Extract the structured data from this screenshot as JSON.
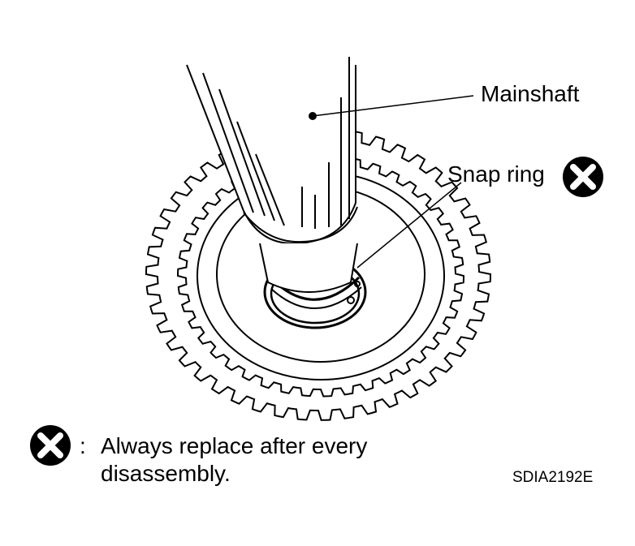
{
  "labels": {
    "mainshaft": "Mainshaft",
    "snap_ring": "Snap ring"
  },
  "legend": {
    "icon": "x-circle-icon",
    "separator": ":",
    "text_line1": "Always replace after every",
    "text_line2": "disassembly."
  },
  "figure_id": "SDIA2192E",
  "colors": {
    "ink": "#000000",
    "paper": "#ffffff"
  }
}
